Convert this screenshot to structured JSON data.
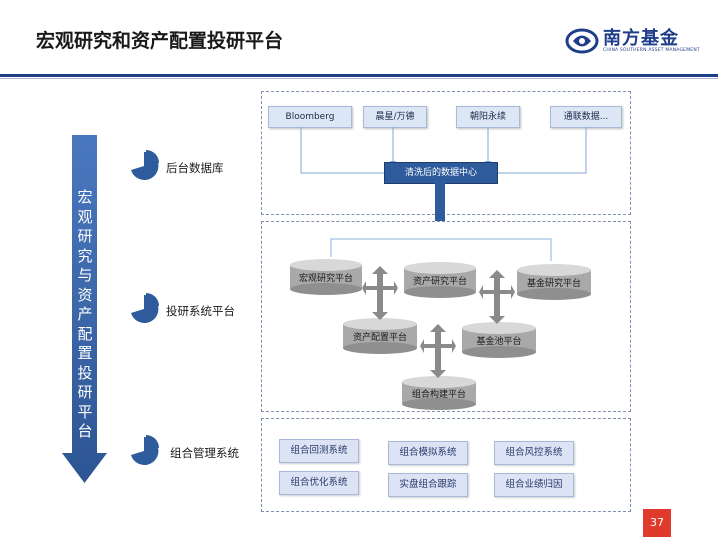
{
  "title": "宏观研究和资产配置投研平台",
  "logo": {
    "name_cn": "南方基金",
    "name_en": "CHINA SOUTHERN ASSET MANAGEMENT"
  },
  "vertical_label": "宏观研究与资产配置投研平台",
  "layers": [
    {
      "label": "后台数据库"
    },
    {
      "label": "投研系统平台"
    },
    {
      "label": "组合管理系统"
    }
  ],
  "data_sources": [
    "Bloomberg",
    "晨星/万德",
    "朝阳永续",
    "通联数据..."
  ],
  "data_center": "清洗后的数据中心",
  "platforms": {
    "macro": "宏观研究平台",
    "asset": "资产研究平台",
    "fund_research": "基金研究平台",
    "allocation": "资产配置平台",
    "fund_pool": "基金池平台",
    "portfolio_build": "组合构建平台"
  },
  "systems": [
    "组合回测系统",
    "组合模拟系统",
    "组合风控系统",
    "组合优化系统",
    "实盘组合跟踪",
    "组合业绩归因"
  ],
  "page_number": "37",
  "colors": {
    "primary": "#1f3e8a",
    "accent": "#2e5b9c",
    "page_badge": "#e03a2c",
    "box_fill": "#dce3f5"
  }
}
